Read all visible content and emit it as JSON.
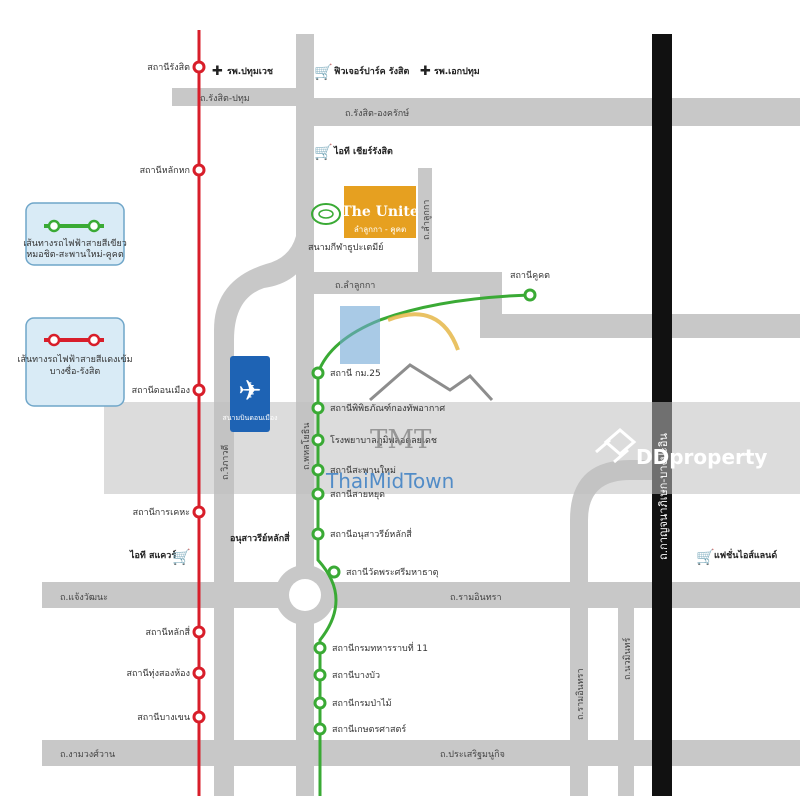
{
  "colors": {
    "road": "#c8c8c8",
    "red_line": "#d81e2a",
    "green_line": "#3aaa35",
    "highway": "#111111",
    "project": "#e6a020",
    "airport": "#1e63b4",
    "legend_bg": "#d9ebf6",
    "legend_border": "#6fa6c9",
    "watermark": "#9a9a9a"
  },
  "roads": {
    "rangsit_pathum": "ถ.รังสิต-ปทุม",
    "rangsit_ongkharak": "ถ.รังสิต-องครักษ์",
    "lam_luk_ka": "ถ.ลำลูกกา",
    "chaeng_watthana": "ถ.แจ้งวัฒนะ",
    "ram_inthra": "ถ.รามอินทรา",
    "ngam_wong_wan": "ถ.งามวงศ์วาน",
    "prasoet_manukit": "ถ.ประเสริฐมนูกิจ",
    "vibhavadi": "ถ.วิภาวดี",
    "phahonyothin": "ถ.พหลโยธิน",
    "lam_luk_ka_soi": "ถ.ลำลูกกา",
    "kanchanaphisek": "ถ.กาญจนาภิเษก",
    "highway_label": "ถ.กาญจนาภิเษก-บางปะอิน",
    "ram_inthra_soi": "ถ.รามอินทรา",
    "soi_side": "ถ.นวมินทร์"
  },
  "red_stations": [
    "สถานีรังสิต",
    "สถานีหลักหก",
    "สถานีดอนเมือง",
    "สถานีการเคหะ",
    "สถานีหลักสี่",
    "สถานีทุ่งสองห้อง",
    "สถานีบางเขน"
  ],
  "green_stations": [
    "สถานีคูคต",
    "สถานี กม.25",
    "สถานีพิพิธภัณฑ์กองทัพอากาศ",
    "โรงพยาบาลภูมิพลอดุลยเดช",
    "สถานีสะพานใหม่",
    "สถานีสายหยุด",
    "สถานีอนุสาวรีย์หลักสี่",
    "สถานีวัดพระศรีมหาธาตุ",
    "สถานีกรมทหารราบที่ 11",
    "สถานีบางบัว",
    "สถานีกรมป่าไม้",
    "สถานีเกษตรศาสตร์"
  ],
  "pois": {
    "hospital_pathum": "รพ.ปทุมเวช",
    "future_park": "ฟิวเจอร์ปาร์ค รังสิต",
    "hospital_ekpathum": "รพ.เอกปทุม",
    "ikea_rangsit": "ไอที เชียร์รังสิต",
    "it_square": "ไอที สแควร์",
    "fashion_island": "แฟชั่นไอส์แลนด์",
    "stadium": "สนามกีฬาธูปะเตมีย์",
    "airport": "สนามบินดอนเมือง",
    "monument": "อนุสาวรีย์หลักสี่"
  },
  "project": {
    "name": "The Unite",
    "subtitle": "ลำลูกกา - คูคต"
  },
  "legend": {
    "green_title": "เส้นทางรถไฟฟ้าสายสีเขียว",
    "green_sub": "หมอชิต-สะพานใหม่-คูคต",
    "red_title": "เส้นทางรถไฟฟ้าสายสีแดงเข้ม",
    "red_sub": "บางซื่อ-รังสิต"
  },
  "watermarks": {
    "tmt": "TMT",
    "thaimidtown": "ThaiMidTown",
    "ddproperty": "DDproperty"
  }
}
